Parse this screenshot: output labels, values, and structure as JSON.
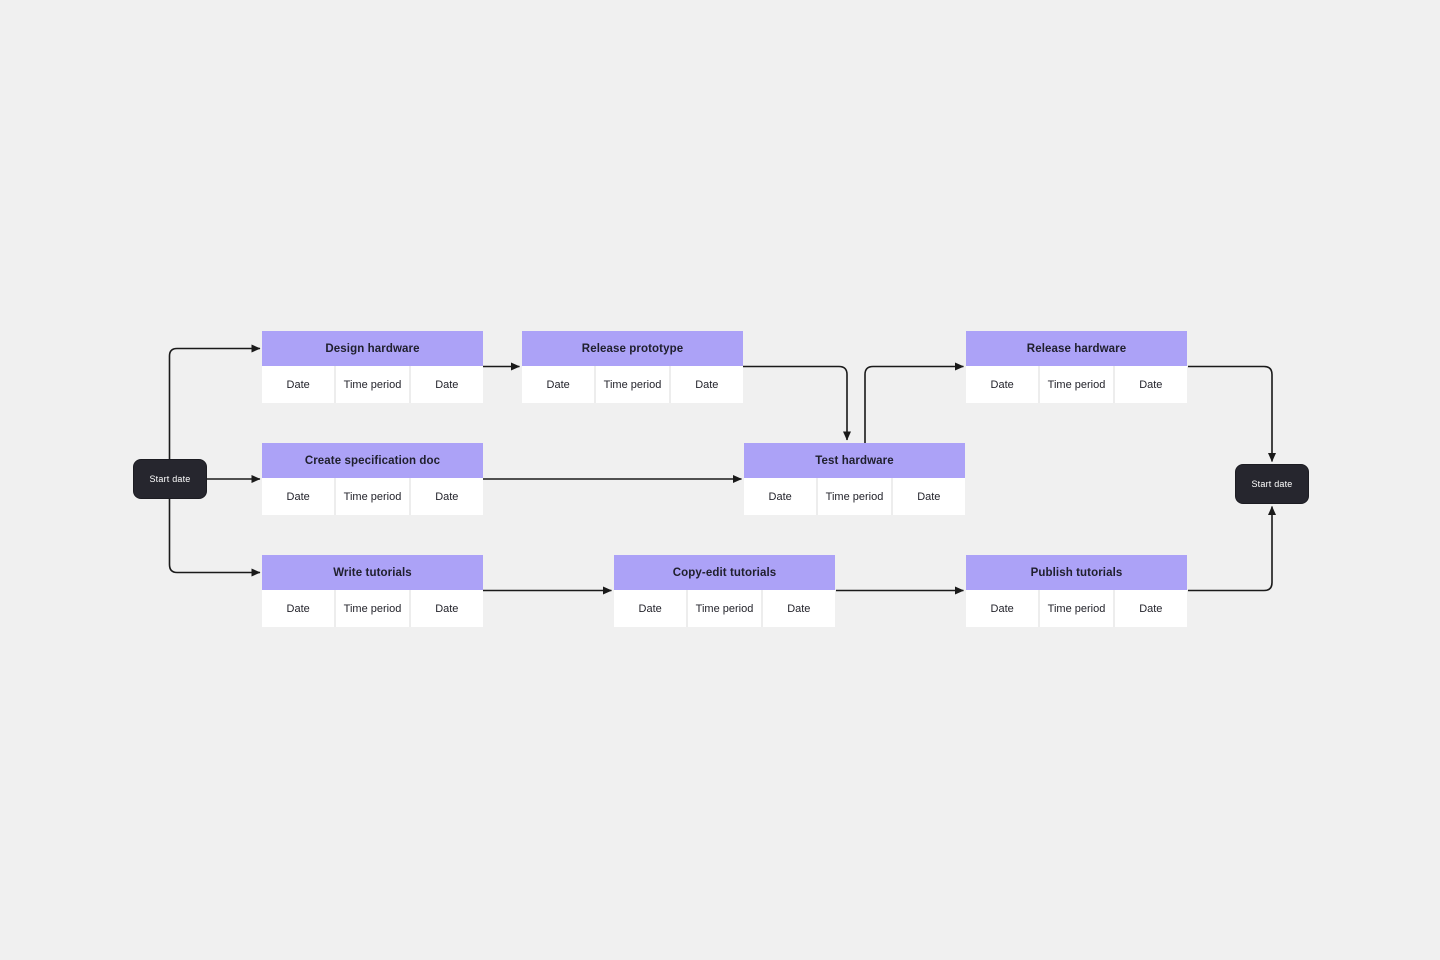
{
  "diagram": {
    "type": "flowchart",
    "background_color": "#f0f0f0",
    "task_header_color": "#aca2f7",
    "task_header_text_color": "#20202e",
    "task_cell_color": "#ffffff",
    "start_node_color": "#26262e",
    "start_node_text_color": "#ffffff",
    "connector_color": "#1a1a1a"
  },
  "start_nodes": {
    "left": {
      "label": "Start date"
    },
    "right": {
      "label": "Start date"
    }
  },
  "tasks": [
    {
      "id": "design-hardware",
      "title": "Design hardware",
      "cells": [
        "Date",
        "Time period",
        "Date"
      ]
    },
    {
      "id": "release-prototype",
      "title": "Release prototype",
      "cells": [
        "Date",
        "Time period",
        "Date"
      ]
    },
    {
      "id": "release-hardware",
      "title": "Release hardware",
      "cells": [
        "Date",
        "Time period",
        "Date"
      ]
    },
    {
      "id": "create-specification-doc",
      "title": "Create specification doc",
      "cells": [
        "Date",
        "Time period",
        "Date"
      ]
    },
    {
      "id": "test-hardware",
      "title": "Test hardware",
      "cells": [
        "Date",
        "Time period",
        "Date"
      ]
    },
    {
      "id": "write-tutorials",
      "title": "Write tutorials",
      "cells": [
        "Date",
        "Time period",
        "Date"
      ]
    },
    {
      "id": "copy-edit-tutorials",
      "title": "Copy-edit tutorials",
      "cells": [
        "Date",
        "Time period",
        "Date"
      ]
    },
    {
      "id": "publish-tutorials",
      "title": "Publish tutorials",
      "cells": [
        "Date",
        "Time period",
        "Date"
      ]
    }
  ],
  "edges": [
    {
      "from": "start-left",
      "to": "design-hardware"
    },
    {
      "from": "start-left",
      "to": "create-specification-doc"
    },
    {
      "from": "start-left",
      "to": "write-tutorials"
    },
    {
      "from": "design-hardware",
      "to": "release-prototype"
    },
    {
      "from": "release-prototype",
      "to": "test-hardware"
    },
    {
      "from": "create-specification-doc",
      "to": "test-hardware"
    },
    {
      "from": "test-hardware",
      "to": "release-hardware"
    },
    {
      "from": "release-hardware",
      "to": "start-right"
    },
    {
      "from": "write-tutorials",
      "to": "copy-edit-tutorials"
    },
    {
      "from": "copy-edit-tutorials",
      "to": "publish-tutorials"
    },
    {
      "from": "publish-tutorials",
      "to": "start-right"
    }
  ]
}
